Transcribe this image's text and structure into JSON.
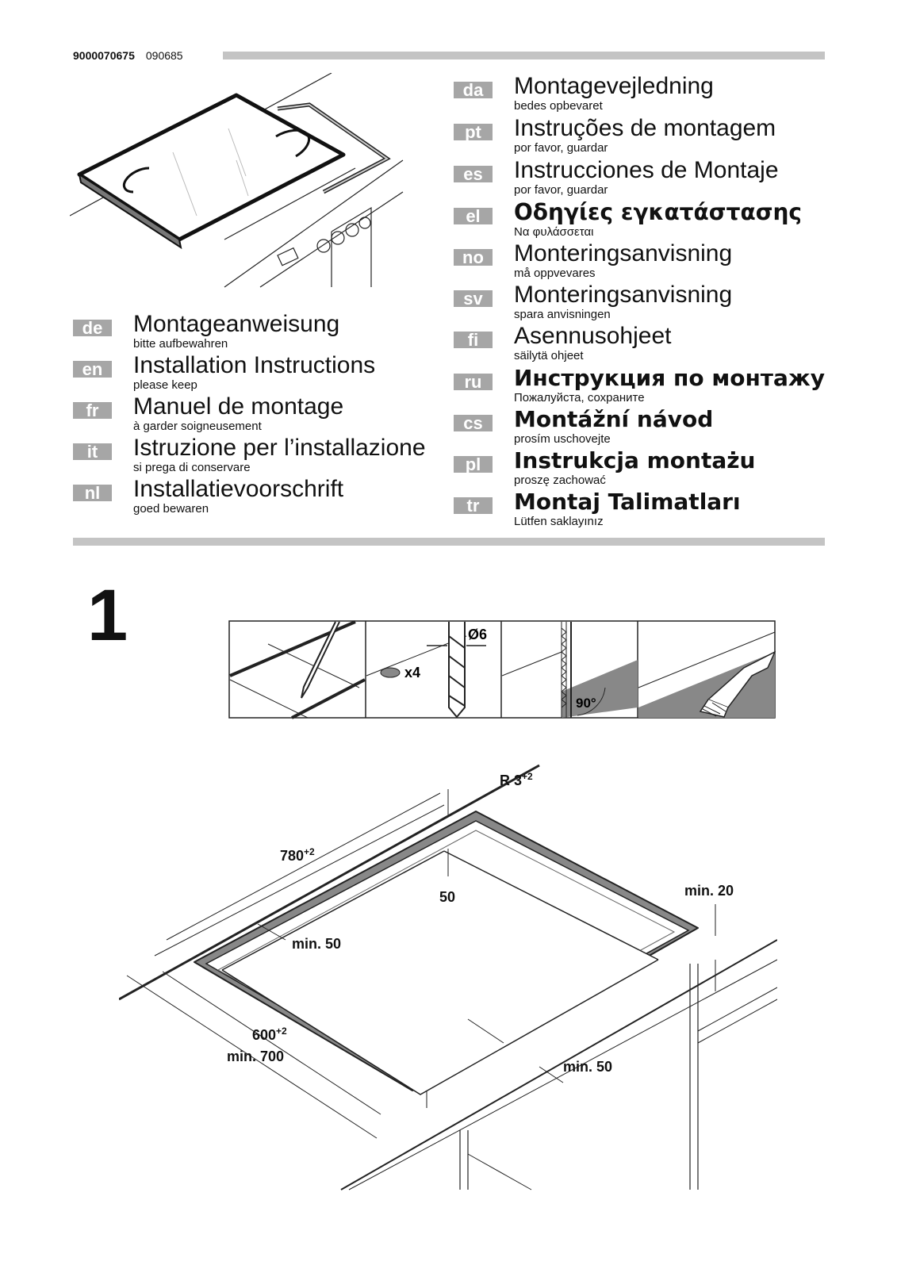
{
  "header": {
    "code_bold": "9000070675",
    "code": "090685"
  },
  "languages_left": [
    {
      "code": "de",
      "title": "Montageanweisung",
      "subtitle": "bitte aufbewahren"
    },
    {
      "code": "en",
      "title": "Installation Instructions",
      "subtitle": "please keep"
    },
    {
      "code": "fr",
      "title": "Manuel de montage",
      "subtitle": "à garder soigneusement"
    },
    {
      "code": "it",
      "title": "Istruzione per l’installazione",
      "subtitle": "si prega di conservare"
    },
    {
      "code": "nl",
      "title": "Installatievoorschrift",
      "subtitle": "goed bewaren"
    }
  ],
  "languages_right": [
    {
      "code": "da",
      "title": "Montagevejledning",
      "subtitle": "bedes opbevaret"
    },
    {
      "code": "pt",
      "title": "Instruções de montagem",
      "subtitle": "por favor, guardar"
    },
    {
      "code": "es",
      "title": "Instrucciones de Montaje",
      "subtitle": "por favor, guardar"
    },
    {
      "code": "el",
      "title": "Οδηγίες εγκατάστασης",
      "subtitle": "Να φυλάσσεται"
    },
    {
      "code": "no",
      "title": "Monteringsanvisning",
      "subtitle": "må oppvevares"
    },
    {
      "code": "sv",
      "title": "Monteringsanvisning",
      "subtitle": "spara anvisningen"
    },
    {
      "code": "fi",
      "title": "Asennusohjeet",
      "subtitle": "säilytä ohjeet"
    },
    {
      "code": "ru",
      "title": "Инструкция по монтажу",
      "subtitle": "Пожалуйста, сохраните"
    },
    {
      "code": "cs",
      "title": "Montážní návod",
      "subtitle": "prosím uschovejte"
    },
    {
      "code": "pl",
      "title": "Instrukcja montażu",
      "subtitle": "proszę zachować"
    },
    {
      "code": "tr",
      "title": "Montaj Talimatları",
      "subtitle": "Lütfen saklayınız"
    }
  ],
  "step": {
    "number": "1",
    "tools": {
      "drill_diameter": "Ø6",
      "count": "x4",
      "angle": "90°"
    },
    "dimensions": {
      "radius": "R 3",
      "radius_tol": "+2",
      "width": "780",
      "width_tol": "+2",
      "depth": "600",
      "depth_tol": "+2",
      "min_700": "min. 700",
      "d50": "50",
      "min_20": "min. 20",
      "min_50_left": "min. 50",
      "min_50_right": "min. 50"
    }
  }
}
